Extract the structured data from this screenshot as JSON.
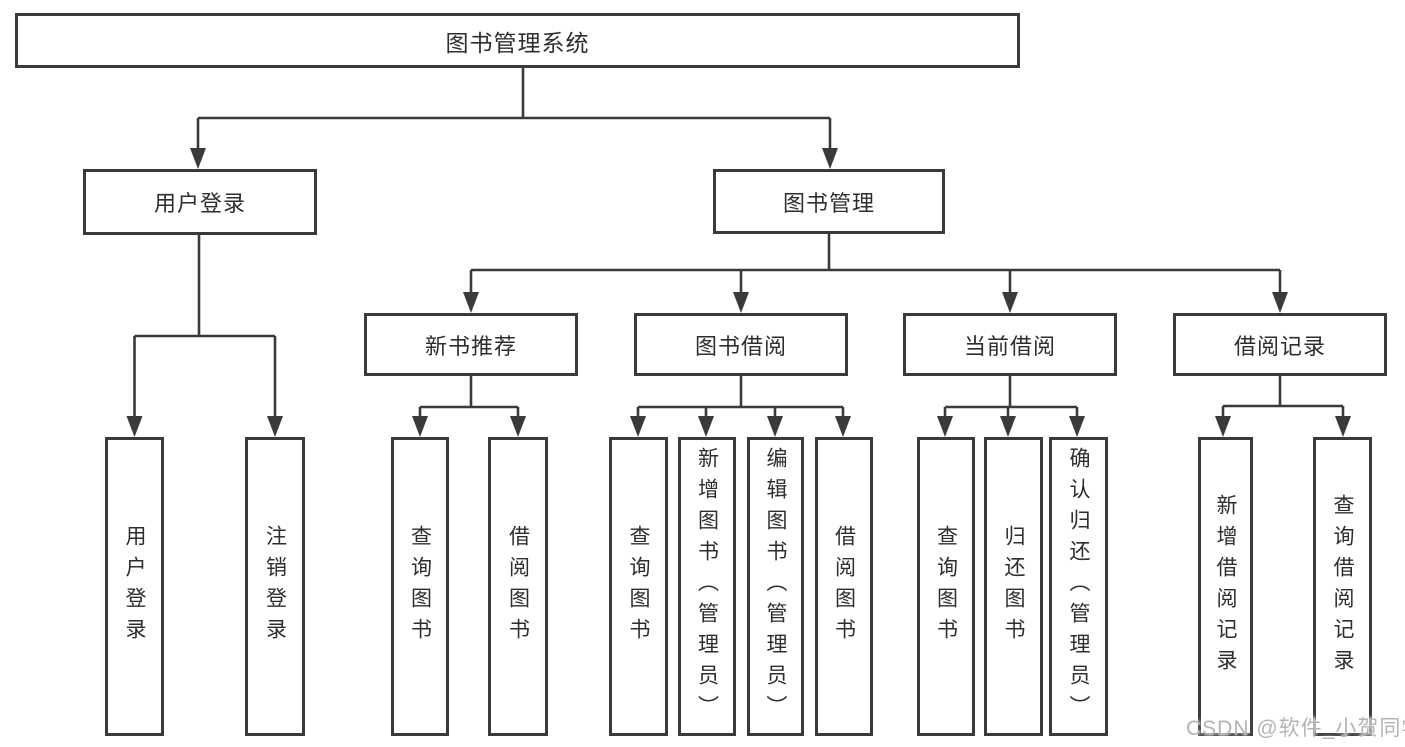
{
  "diagram": {
    "watermark": "CSDN @软件_小贺同学",
    "colors": {
      "line": "#3a3a3a",
      "box_border": "#3a3a3a",
      "text": "#2e2e2e",
      "watermark": "#b4b4b4",
      "background": "#ffffff"
    },
    "tree": {
      "root": "图书管理系统",
      "branches": [
        {
          "label": "用户登录",
          "children": [
            "用户登录",
            "注销登录"
          ]
        },
        {
          "label": "图书管理",
          "groups": [
            {
              "label": "新书推荐",
              "children": [
                "查询图书",
                "借阅图书"
              ]
            },
            {
              "label": "图书借阅",
              "children": [
                "查询图书",
                "新增图书（管理员）",
                "编辑图书（管理员）",
                "借阅图书"
              ]
            },
            {
              "label": "当前借阅",
              "children": [
                "查询图书",
                "归还图书",
                "确认归还（管理员）"
              ]
            },
            {
              "label": "借阅记录",
              "children": [
                "新增借阅记录",
                "查询借阅记录"
              ]
            }
          ]
        }
      ]
    }
  }
}
